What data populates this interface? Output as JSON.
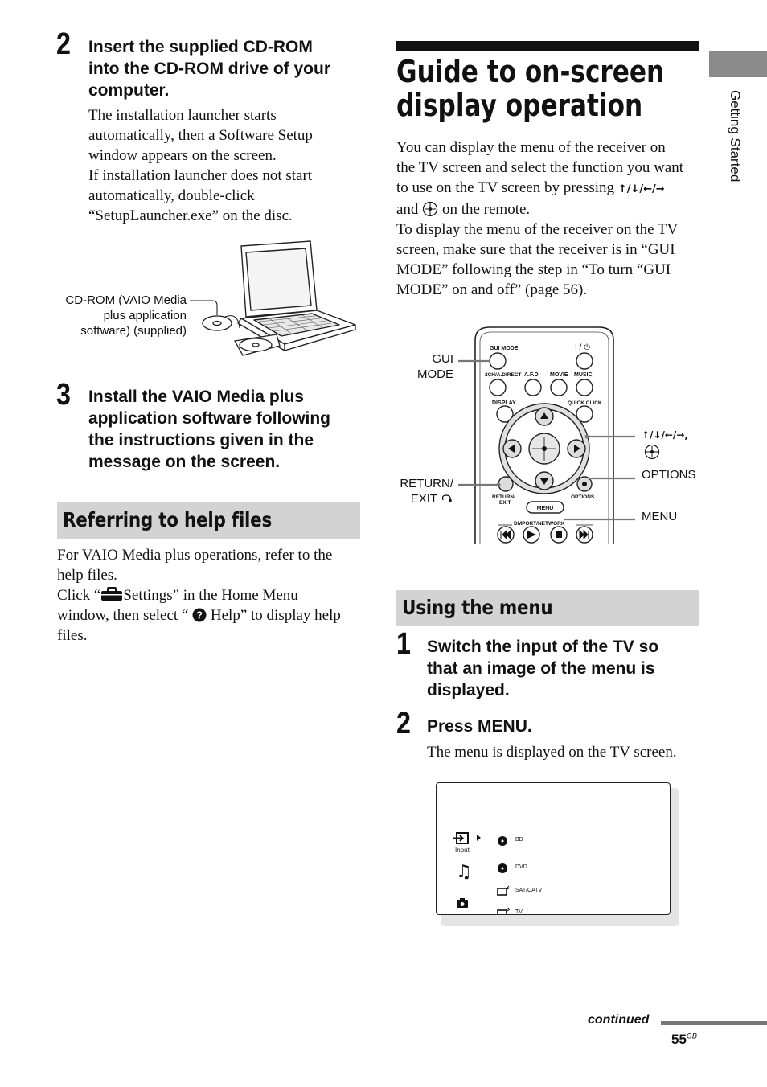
{
  "left_column": {
    "step2": {
      "number": "2",
      "heading_lines": [
        "Insert the supplied CD-ROM",
        "into the CD-ROM drive of your",
        "computer."
      ],
      "body_lines": [
        "The installation launcher starts",
        "automatically, then a Software Setup",
        "window appears on the screen.",
        "If installation launcher does not start",
        "automatically, double-click",
        "“SetupLauncher.exe” on the disc."
      ]
    },
    "laptop_figure": {
      "callout_lines": [
        "CD-ROM (VAIO Media",
        "plus application",
        "software) (supplied)"
      ]
    },
    "step3": {
      "number": "3",
      "heading_lines": [
        "Install the VAIO Media plus",
        "application software following",
        "the instructions given in the",
        "message on the screen."
      ]
    },
    "help_section": {
      "title": "Referring to help files",
      "line1": "For VAIO Media plus operations, refer to the",
      "line2": "help files.",
      "line3_a": "Click “",
      "line3_b": "Settings” in the Home Menu",
      "line4_a": "window, then select “ ",
      "line4_b": " Help” to display help",
      "line5": "files."
    }
  },
  "right_column": {
    "title_lines": [
      "Guide to on-screen",
      "display operation"
    ],
    "intro": {
      "line1": "You can display the menu of the receiver on",
      "line2": "the TV screen and select the function you want",
      "line3": "to use on the TV screen by pressing ",
      "arrows": "↑/↓/←/→",
      "line4_a": "and ",
      "line4_b": " on the remote.",
      "line5": "To display the menu of the receiver on the TV",
      "line6": "screen, make sure that the receiver is in “GUI",
      "line7": "MODE” following the step in “To turn “GUI",
      "line8": "MODE” on and off” (page 56)."
    },
    "remote_figure": {
      "label_gui_mode": [
        "GUI",
        "MODE"
      ],
      "label_return_exit": [
        "RETURN/",
        "EXIT "
      ],
      "label_arrows": "↑/↓/←/→,",
      "label_options": "OPTIONS",
      "label_menu": "MENU",
      "button_labels": {
        "gui_mode": "GUI MODE",
        "power": "I / ⏻",
        "ch": "2CH/A.DIRECT",
        "afd": "A.F.D.",
        "movie": "MOVIE",
        "music": "MUSIC",
        "display": "DISPLAY",
        "quick_click": "QUICK CLICK",
        "return_exit": "RETURN/",
        "exit": "EXIT",
        "options": "OPTIONS",
        "menu": "MENU",
        "dmport": "DMPORT/NETWORK"
      }
    },
    "menu_section": {
      "title": "Using the menu",
      "step1": {
        "number": "1",
        "heading_lines": [
          "Switch the input of the TV so",
          "that an image of the menu is",
          "displayed."
        ]
      },
      "step2": {
        "number": "2",
        "heading": "Press MENU.",
        "body": "The menu is displayed on the TV screen."
      }
    },
    "screen_figure": {
      "input_label": "Input",
      "items": [
        "BD",
        "DVD",
        "SAT/CATV",
        "TV"
      ]
    }
  },
  "side_tab": {
    "label": "Getting Started"
  },
  "footer": {
    "continued": "continued",
    "page_number": "55",
    "page_suffix": "GB"
  }
}
